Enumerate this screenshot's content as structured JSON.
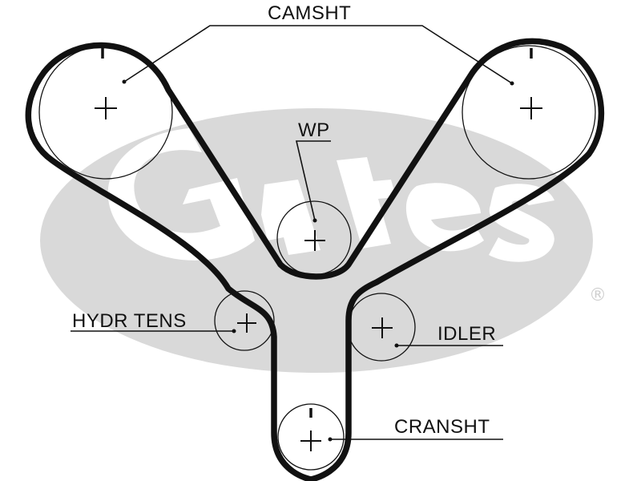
{
  "labels": {
    "camshaft": "CAMSHT",
    "water_pump": "WP",
    "hydraulic_tensioner": "HYDR TENS",
    "idler": "IDLER",
    "crankshaft": "CRANSHT"
  },
  "watermark": {
    "brand": "Gates",
    "registered": "®"
  },
  "colors": {
    "belt": "#111111",
    "watermark": "#d9d9d9",
    "background": "#ffffff"
  }
}
